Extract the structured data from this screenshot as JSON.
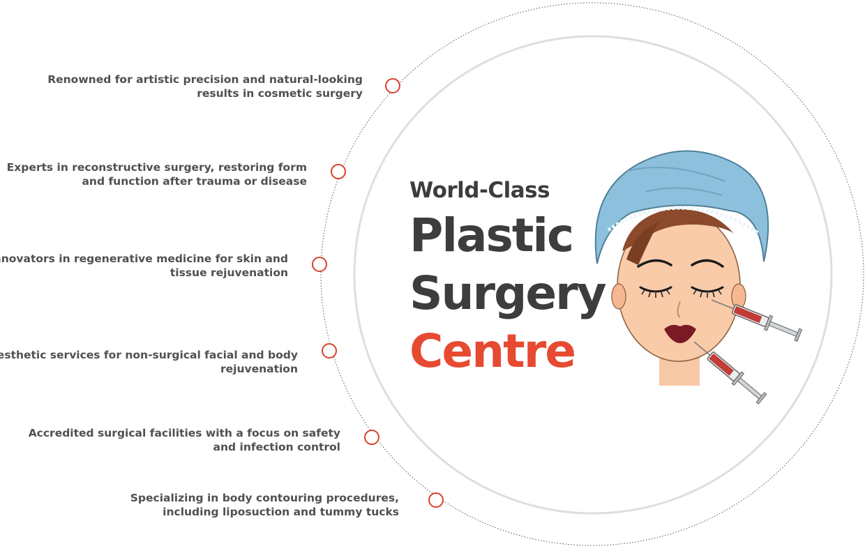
{
  "brand": {
    "kicker": "World-Class",
    "line1": "Plastic",
    "line2": "Surgery",
    "line3": "Centre"
  },
  "features": [
    {
      "line1": "Renowned for artistic precision and natural-looking",
      "line2": "results in cosmetic surgery"
    },
    {
      "line1": "Experts in reconstructive surgery, restoring form",
      "line2": "and function after trauma or disease"
    },
    {
      "line1": "Innovators in regenerative medicine for skin and",
      "line2": "tissue rejuvenation"
    },
    {
      "line1": "Aesthetic services for non-surgical facial and body",
      "line2": "rejuvenation"
    },
    {
      "line1": "Accredited surgical facilities with a focus on safety",
      "line2": "and infection control"
    },
    {
      "line1": "Specializing in body contouring procedures,",
      "line2": "including liposuction and tummy tucks"
    }
  ],
  "colors": {
    "accent": "#e64a31",
    "marker": "#d9412c",
    "text": "#505050",
    "heading": "#3d3d3d",
    "cap": "#8cc0dc"
  },
  "icons": [
    "face-illustration-icon",
    "syringe-icon"
  ]
}
